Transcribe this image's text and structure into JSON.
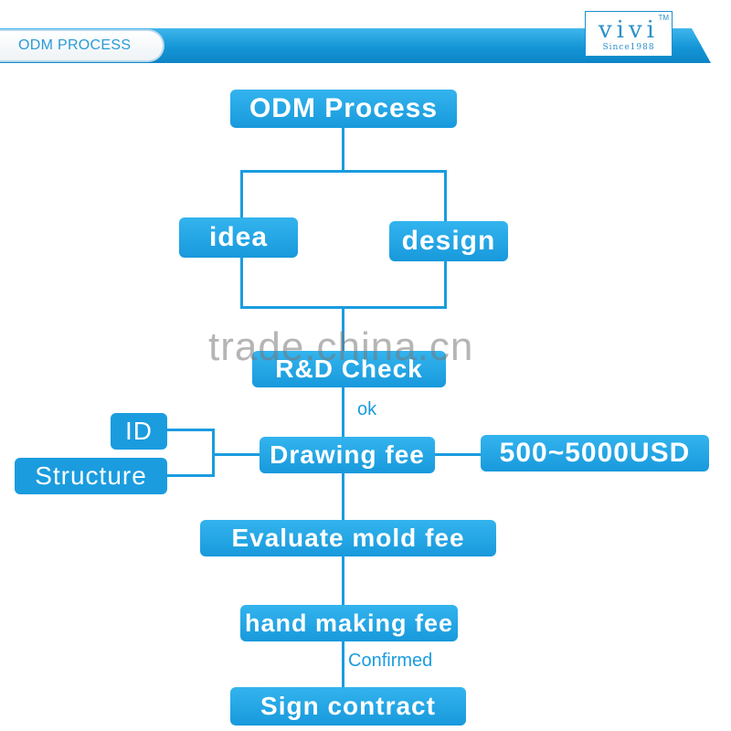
{
  "header": {
    "title": "ODM PROCESS"
  },
  "logo": {
    "name": "vivi",
    "tm": "TM",
    "since": "Since1988"
  },
  "flow": {
    "root": "ODM Process",
    "idea": "idea",
    "design": "design",
    "rd_check": "R&D Check",
    "ok": "ok",
    "drawing_fee": "Drawing fee",
    "drawing_fee_range": "500~5000USD",
    "id": "ID",
    "structure": "Structure",
    "evaluate": "Evaluate mold fee",
    "hand_making": "hand making fee",
    "confirmed": "Confirmed",
    "sign": "Sign contract"
  },
  "watermark": "trade.china.cn",
  "colors": {
    "accent": "#1a9cdf",
    "header": "#1496d6"
  }
}
